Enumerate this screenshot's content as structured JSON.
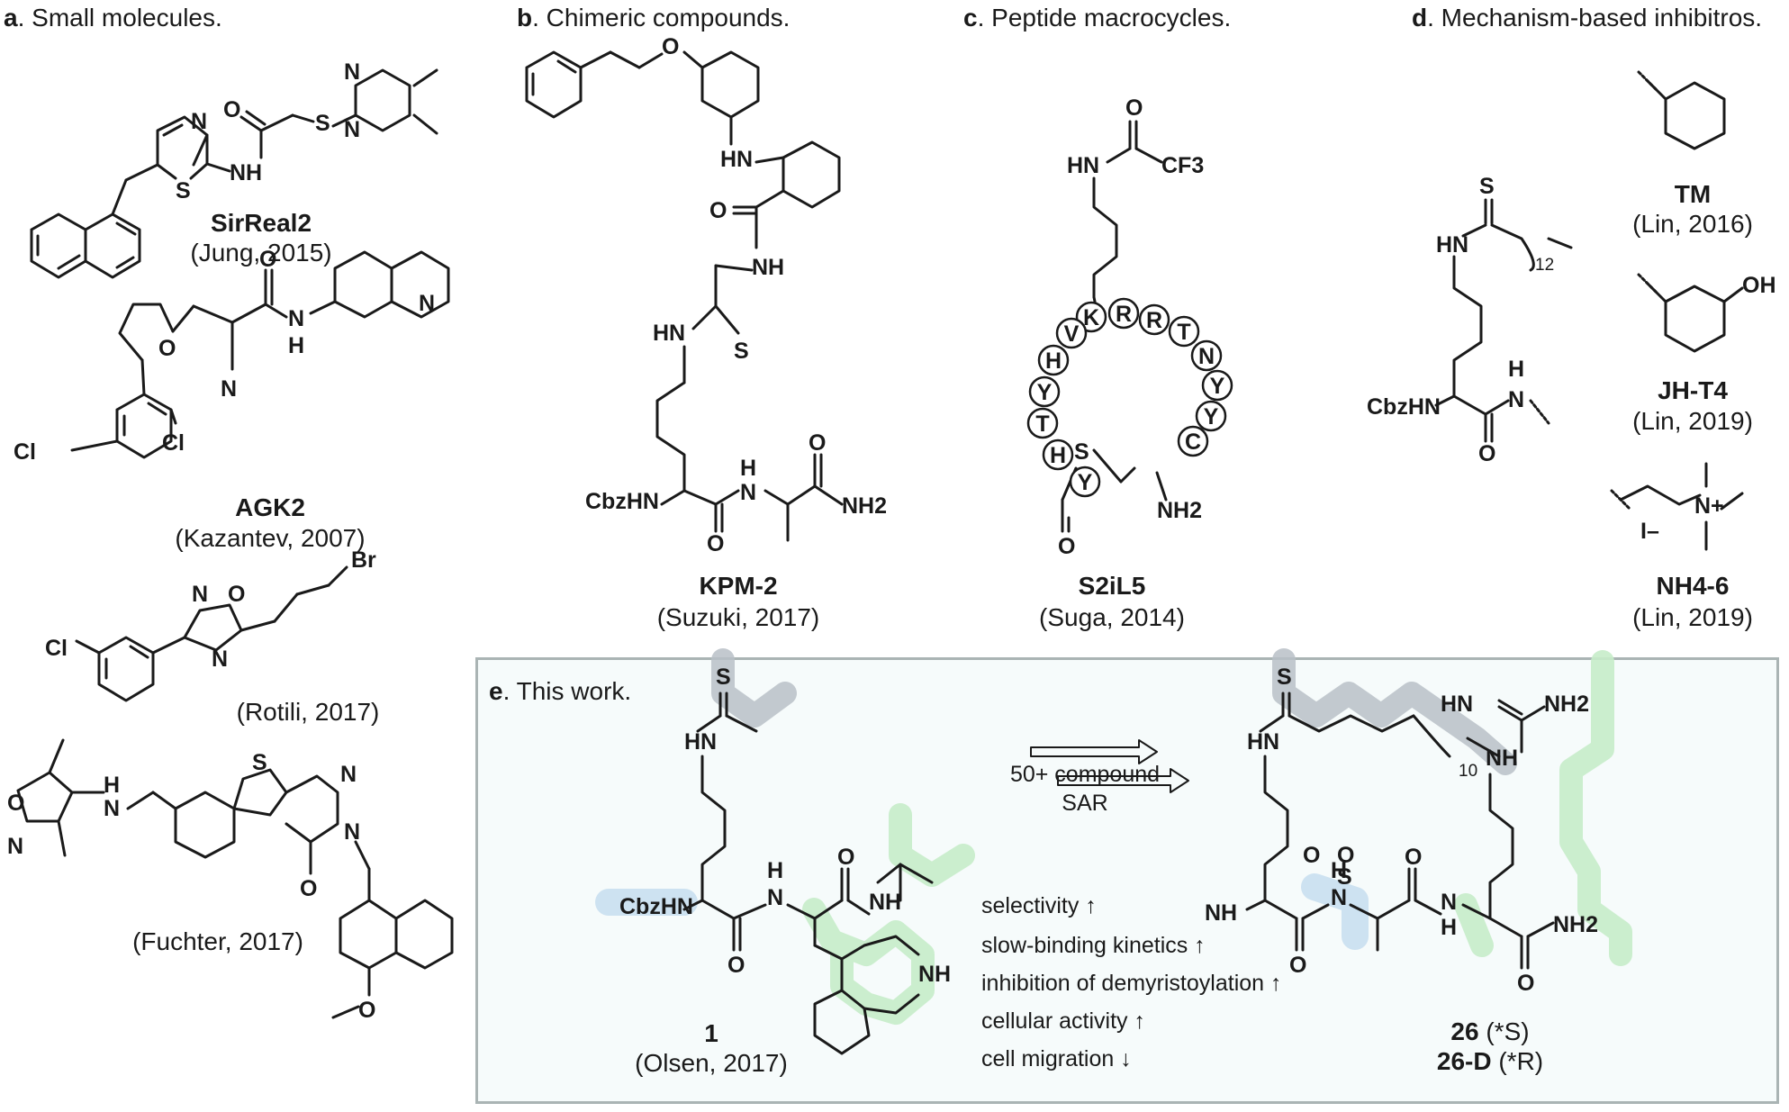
{
  "panels": {
    "a": {
      "letter": "a",
      "title": ". Small molecules."
    },
    "b": {
      "letter": "b",
      "title": ". Chimeric compounds."
    },
    "c": {
      "letter": "c",
      "title": ". Peptide macrocycles."
    },
    "d": {
      "letter": "d",
      "title": ". Mechanism-based inhibitros."
    },
    "e": {
      "letter": "e",
      "title": ". This work."
    }
  },
  "compounds": {
    "sirreal2": {
      "name": "SirReal2",
      "cite": "(Jung, 2015)"
    },
    "agk2": {
      "name": "AGK2",
      "cite": "(Kazantev, 2007)"
    },
    "rotili": {
      "cite": "(Rotili, 2017)"
    },
    "fuchter": {
      "cite": "(Fuchter, 2017)"
    },
    "kpm2": {
      "name": "KPM-2",
      "cite": "(Suzuki, 2017)"
    },
    "s2il5": {
      "name": "S2iL5",
      "cite": "(Suga, 2014)"
    },
    "tm": {
      "name": "TM",
      "cite": "(Lin, 2016)"
    },
    "jht4": {
      "name": "JH-T4",
      "cite": "(Lin, 2019)"
    },
    "nh46": {
      "name": "NH4-6",
      "cite": "(Lin, 2019)"
    },
    "c1": {
      "name": "1",
      "cite": "(Olsen, 2017)"
    },
    "c26": {
      "name": "26",
      "stereo": "(*S)",
      "name2": "26-D",
      "stereo2": "(*R)"
    }
  },
  "atoms": {
    "N": "N",
    "O": "O",
    "S": "S",
    "NH": "NH",
    "HN": "HN",
    "H": "H",
    "Cl": "Cl",
    "Br": "Br",
    "CF3": "CF3",
    "NH2": "NH2",
    "CbzHN": "CbzHN",
    "OH": "OH",
    "I": "I–",
    "Nplus": "N+",
    "sub12": "12",
    "sub10": "10"
  },
  "peptide": [
    "K",
    "R",
    "R",
    "T",
    "N",
    "Y",
    "Y",
    "C",
    "Y",
    "H",
    "T",
    "Y",
    "H",
    "V"
  ],
  "sar": {
    "line1": "50+ compound",
    "line2": "SAR",
    "features": [
      {
        "label": "selectivity",
        "arrow": "↑"
      },
      {
        "label": "slow-binding kinetics",
        "arrow": "↑"
      },
      {
        "label": "inhibition of demyristoylation",
        "arrow": "↑"
      },
      {
        "label": "cellular activity",
        "arrow": "↑"
      },
      {
        "label": "cell migration",
        "arrow": "↓"
      }
    ]
  }
}
